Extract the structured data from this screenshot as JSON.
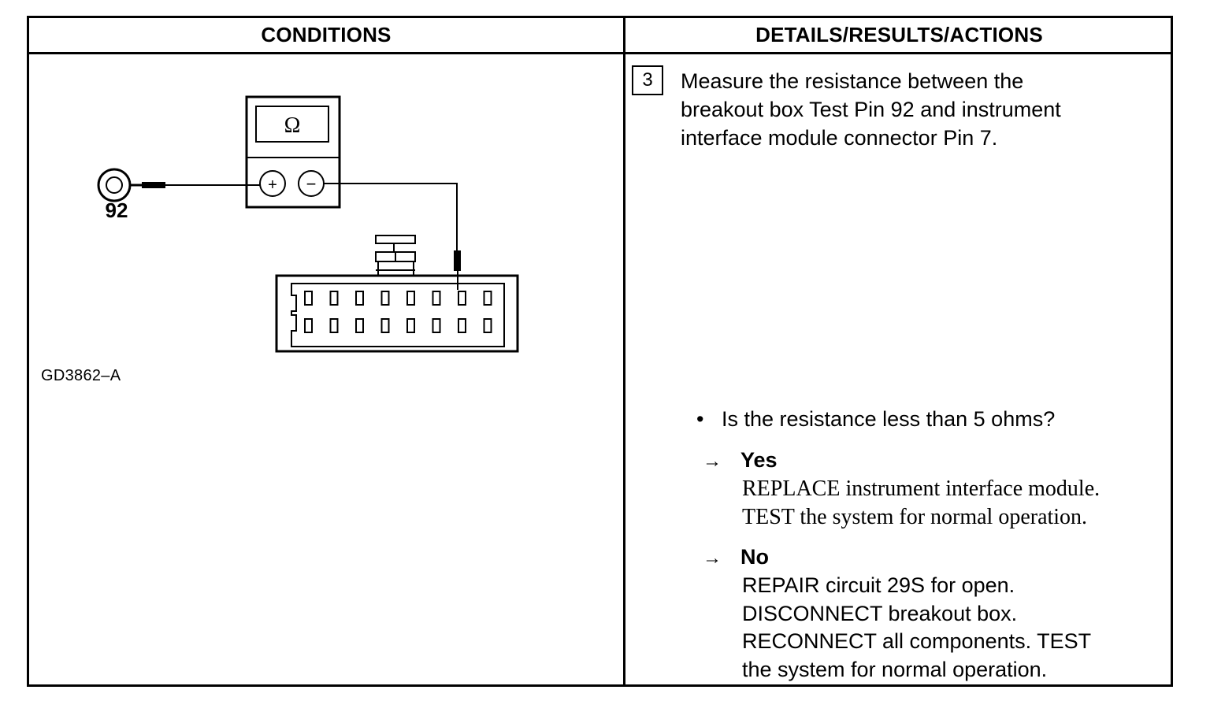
{
  "table": {
    "header": {
      "conditions": "CONDITIONS",
      "details": "DETAILS/RESULTS/ACTIONS"
    }
  },
  "diagram": {
    "meter_symbol": "Ω",
    "plus_symbol": "+",
    "minus_symbol": "−",
    "pin_label": "92",
    "figure_id": "GD3862–A",
    "connector_pins_per_row": 8,
    "connector_rows": 2,
    "icons": [
      "ohmmeter-icon",
      "test-pin-icon",
      "probe-icon",
      "connector-icon"
    ]
  },
  "step": {
    "number": "3",
    "lines": [
      "Measure the resistance between the",
      "breakout box Test Pin 92 and instrument",
      "interface module connector Pin 7."
    ]
  },
  "question": {
    "bullet": "•",
    "text": "Is the resistance less than 5 ohms?"
  },
  "yes": {
    "arrow": "→",
    "label": "Yes",
    "actions": [
      "REPLACE instrument interface module.",
      "TEST the system for normal operation."
    ]
  },
  "no": {
    "arrow": "→",
    "label": "No",
    "actions": [
      "REPAIR circuit 29S for open.",
      "DISCONNECT breakout box.",
      "RECONNECT all components. TEST",
      "the system for normal operation."
    ]
  }
}
